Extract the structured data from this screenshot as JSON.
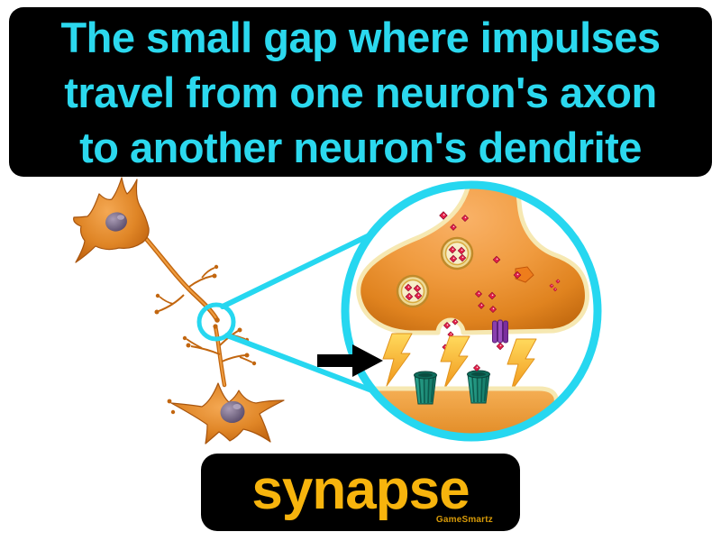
{
  "definition_card": {
    "lines": [
      "The small gap where impulses",
      "travel from one neuron's axon",
      "to another neuron's dendrite"
    ],
    "term": "synapse",
    "watermark": "GameSmartz"
  },
  "colors": {
    "page_background": "#ffffff",
    "box_background": "#000000",
    "definition_text": "#2bd8ee",
    "term_text": "#f7b40d",
    "watermark_text": "#d79a08",
    "callout_cyan": "#26d7f0",
    "neuron_orange": "#e08627",
    "membrane_cream": "#f6e8b2",
    "neurotransmitter_red": "#e6204a",
    "bolt_gold": "#f7a91f",
    "receptor_teal": "#1d8a77",
    "channel_purple": "#8a3fae",
    "arrow_black": "#000000"
  },
  "illustration": {
    "magnified_view": "synaptic gap between an axon terminal and a dendrite",
    "icons": [
      "presynaptic-neuron",
      "postsynaptic-neuron",
      "magnifier-circle",
      "axon-terminal",
      "synaptic-vesicles",
      "neurotransmitters",
      "impulse-bolts",
      "neurotransmitter-receptors",
      "membrane-channel",
      "direction-arrow"
    ]
  }
}
